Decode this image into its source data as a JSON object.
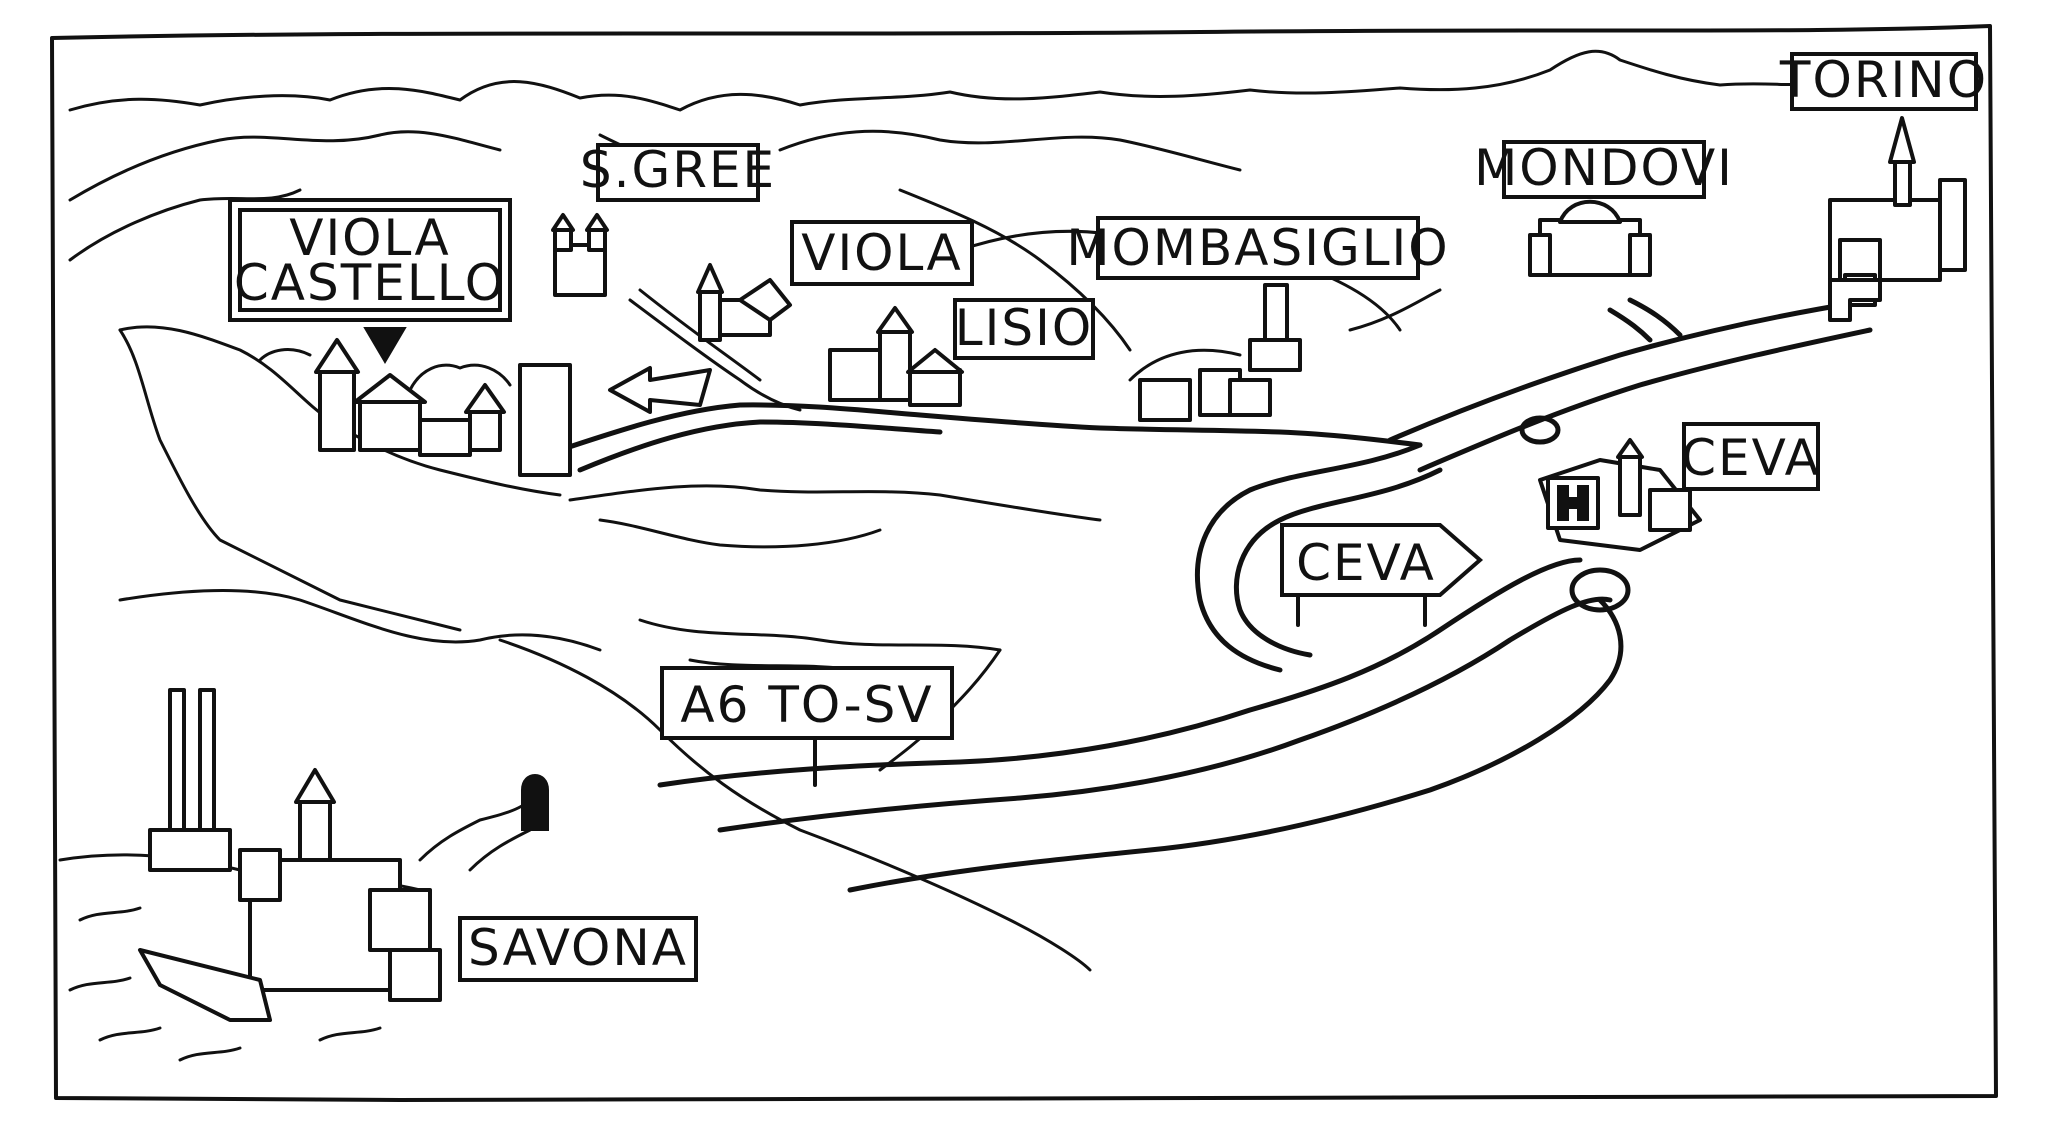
{
  "map": {
    "ink_color": "#111111",
    "paper_color": "#ffffff",
    "labels": {
      "viola_castello_line1": "VIOLA",
      "viola_castello_line2": "CASTELLO",
      "s_gree": "S.GREE",
      "viola": "VIOLA",
      "lisio": "LISIO",
      "mombasiglio": "MOMBASIGLIO",
      "mondovi": "MONDOVI",
      "torino": "TORINO",
      "ceva_town": "CEVA",
      "ceva_sign": "CEVA",
      "motorway": "A6 TO-SV",
      "savona": "SAVONA"
    },
    "icons": {
      "destination_marker": "down-arrow-icon",
      "direction_arrow": "left-arrow-icon",
      "hotel": "hotel-h-icon",
      "tunnel": "tunnel-entrance-icon"
    }
  }
}
